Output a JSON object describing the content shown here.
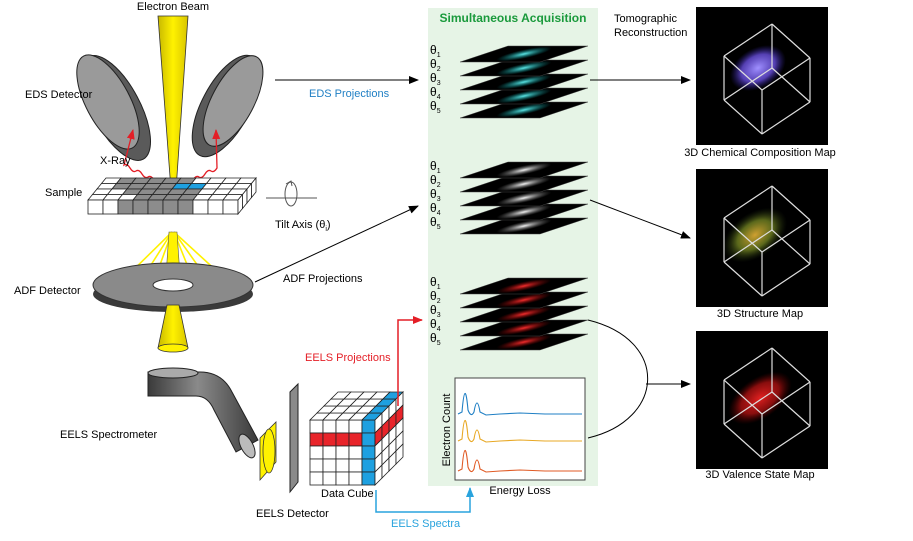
{
  "labels": {
    "electron_beam": "Electron Beam",
    "eds_detector": "EDS Detector",
    "xray": "X-Ray",
    "sample": "Sample",
    "tilt_axis": "Tilt Axis (θ",
    "tilt_axis_sub": "i",
    "tilt_axis_close": ")",
    "adf_detector": "ADF Detector",
    "eels_spectrometer": "EELS Spectrometer",
    "eels_detector": "EELS Detector",
    "data_cube": "Data Cube",
    "eds_projections": "EDS Projections",
    "adf_projections": "ADF Projections",
    "eels_projections": "EELS Projections",
    "eels_spectra": "EELS Spectra",
    "simultaneous_acquisition": "Simultaneous Acquisition",
    "tomographic_reconstruction_1": "Tomographic",
    "tomographic_reconstruction_2": "Reconstruction",
    "map_chemical": "3D Chemical Composition Map",
    "map_structure": "3D Structure Map",
    "map_valence": "3D Valence State Map",
    "electron_count": "Electron Count",
    "energy_loss": "Energy Loss"
  },
  "theta": {
    "symbol": "θ",
    "subs": [
      "1",
      "2",
      "3",
      "4",
      "5"
    ]
  },
  "colors": {
    "panel_bg": "#e6f4e6",
    "title_green": "#1a9a3c",
    "eds_blue": "#1f7fc4",
    "eels_red": "#e41e26",
    "beam_yellow": "#fff200",
    "spectra_blue": "#29a3dd",
    "cube_blue": "#1ea0e0",
    "cube_red": "#e8242a"
  }
}
